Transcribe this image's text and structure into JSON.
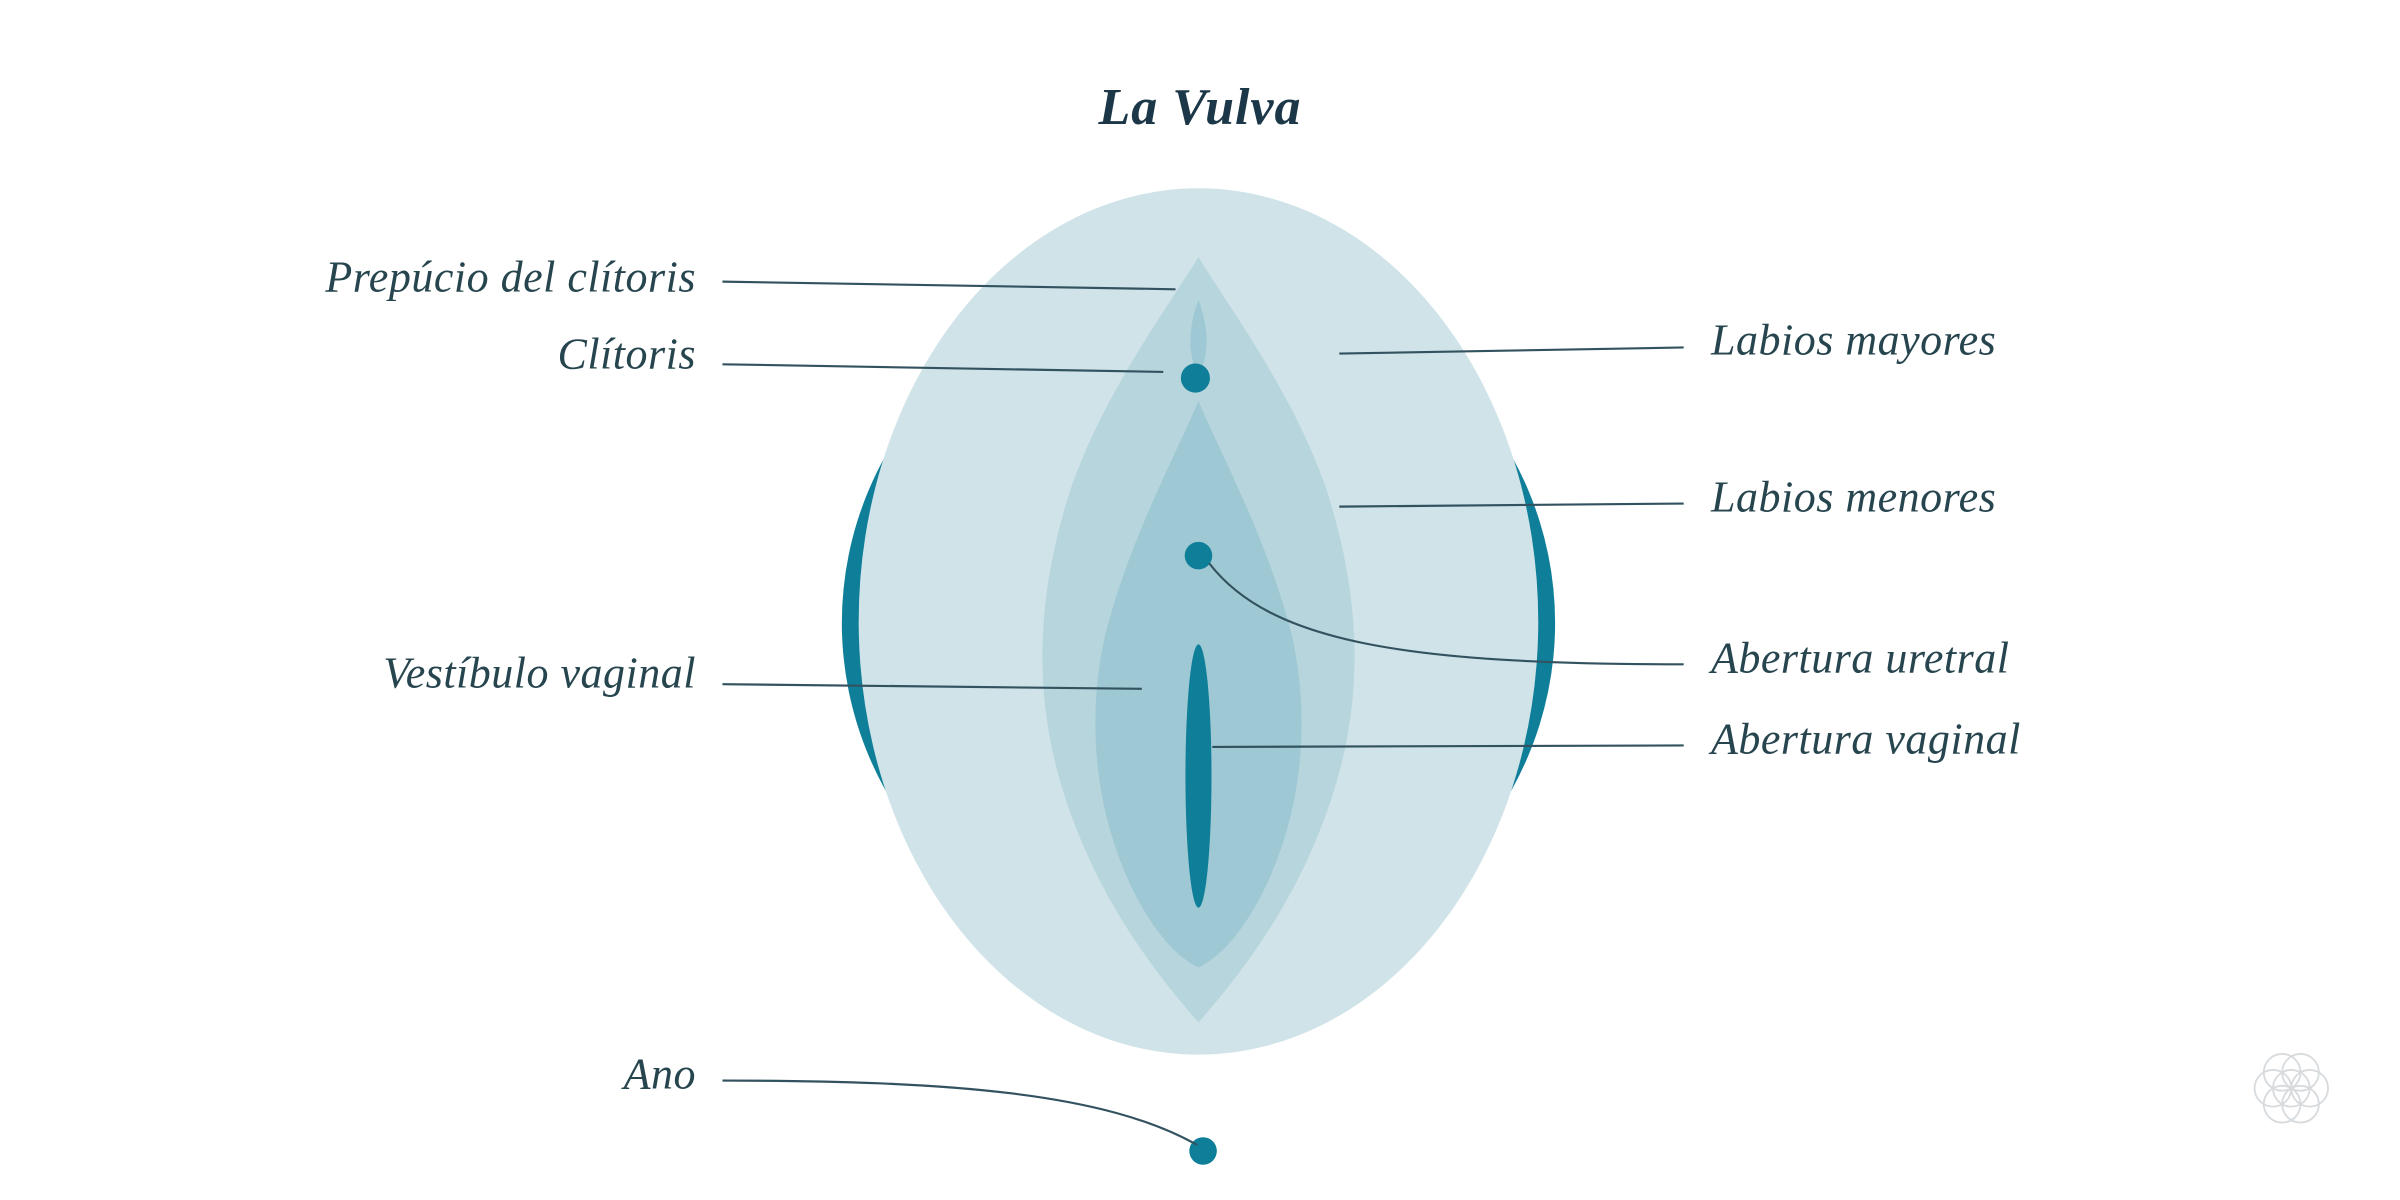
{
  "title": "La Vulva",
  "labels": {
    "prepucio": "Prepúcio del clítoris",
    "clitoris": "Clítoris",
    "vestibulo": "Vestíbulo vaginal",
    "ano": "Ano",
    "labios_mayores": "Labios mayores",
    "labios_menores": "Labios menores",
    "abertura_uretral": "Abertura uretral",
    "abertura_vaginal": "Abertura vaginal"
  },
  "colors": {
    "deep_teal": "#0e7e99",
    "outer_oval": "#cfe3e8",
    "labia_minora_layer": "#b7d5dc",
    "vestibule_layer": "#9ec8d3",
    "title_text": "#1c3848",
    "label_text": "#27454e",
    "leader_line": "#33525f",
    "watermark": "#d7dbde"
  },
  "icons": {
    "watermark": "seed-of-life-logo"
  }
}
